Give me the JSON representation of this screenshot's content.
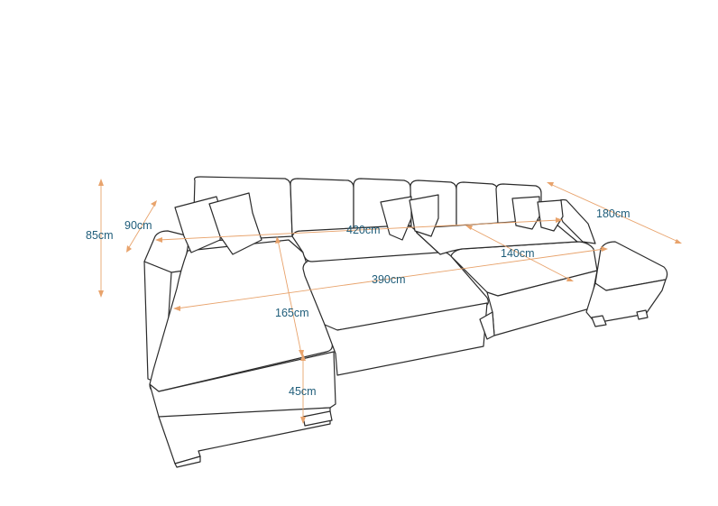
{
  "dimensions": {
    "height": "85cm",
    "seat_depth": "90cm",
    "back_width": "420cm",
    "right_chaise_length": "180cm",
    "bed_width": "140cm",
    "front_width": "390cm",
    "left_chaise_length": "165cm",
    "seat_height": "45cm"
  },
  "colors": {
    "outline": "#2b2b2b",
    "dimension_line": "#e8a36c",
    "dimension_text": "#1f5d7a",
    "background": "#ffffff"
  }
}
